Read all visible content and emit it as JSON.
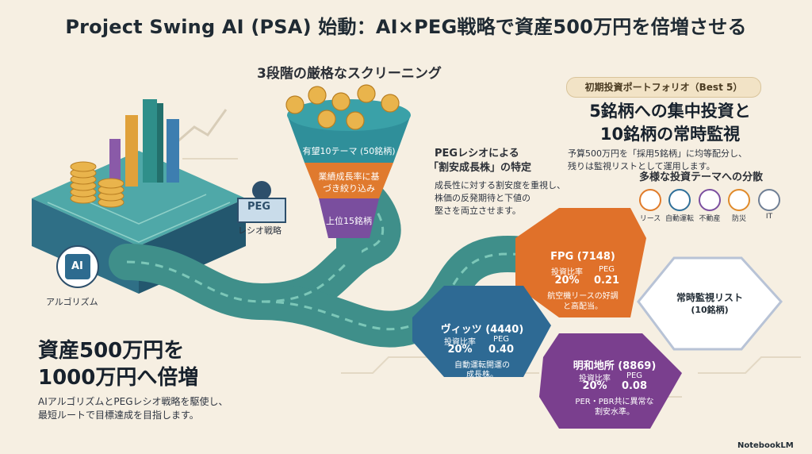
{
  "title": "Project Swing AI (PSA) 始動：AI×PEG戦略で資産500万円を倍増させる",
  "screening": {
    "heading": "3段階の厳格なスクリーニング",
    "level1": "有望10テーマ (50銘柄)",
    "level2_line1": "業績成長率に基",
    "level2_line2": "づき絞り込み",
    "level3": "上位15銘柄"
  },
  "peg_note": {
    "title_line1": "PEGレシオによる",
    "title_line2": "「割安成長株」の特定",
    "body_line1": "成長性に対する割安度を重視し、",
    "body_line2": "株価の反発期待と下値の",
    "body_line3": "堅さを両立させます。"
  },
  "portfolio": {
    "pill": "初期投資ポートフォリオ（Best 5）",
    "head_line1": "5銘柄への集中投資と",
    "head_line2": "10銘柄の常時監視",
    "body_line1": "予算500万円を「採用5銘柄」に均等配分し、",
    "body_line2": "残りは監視リストとして運用します。"
  },
  "themes": {
    "heading": "多様な投資テーマへの分散",
    "items": [
      {
        "label": "リース",
        "icon": "briefcase-icon",
        "color": "#e07b2a"
      },
      {
        "label": "自動運転",
        "icon": "car-icon",
        "color": "#2f6f9a"
      },
      {
        "label": "不動産",
        "icon": "building-icon",
        "color": "#7b4fa0"
      },
      {
        "label": "防災",
        "icon": "flame-icon",
        "color": "#e08a2a"
      },
      {
        "label": "IT",
        "icon": "monitor-icon",
        "color": "#6f7f95"
      }
    ]
  },
  "left": {
    "peg_tag": "PEG",
    "peg_label": "レシオ戦略",
    "ai_chip": "AI",
    "ai_label": "アルゴリズム",
    "hero_line1": "資産500万円を",
    "hero_line2": "1000万円へ倍増",
    "sub_line1": "AIアルゴリズムとPEGレシオ戦略を駆使し、",
    "sub_line2": "最短ルートで目標達成を目指します。"
  },
  "stocks": [
    {
      "name": "FPG (7148)",
      "ratio_label": "投資比率",
      "ratio": "20%",
      "peg_label": "PEG",
      "peg": "0.21",
      "note_line1": "航空機リースの好調",
      "note_line2": "と高配当。",
      "color": "#e0712a",
      "icon": "airplane-icon"
    },
    {
      "name": "ヴィッツ (4440)",
      "ratio_label": "投資比率",
      "ratio": "20%",
      "peg_label": "PEG",
      "peg": "0.40",
      "note_line1": "自動運転開運の",
      "note_line2": "成長株。",
      "color": "#2e6a94",
      "icon": "car-icon"
    },
    {
      "name": "明和地所 (8869)",
      "ratio_label": "投資比率",
      "ratio": "20%",
      "peg_label": "PEG",
      "peg": "0.08",
      "note_line1": "PER・PBR共に異常な",
      "note_line2": "割安水準。",
      "color": "#7a3f8e",
      "icon": "building-icon"
    }
  ],
  "watch": {
    "line1": "常時監視リスト",
    "line2": "(10銘柄)"
  },
  "credit": "NotebookLM"
}
